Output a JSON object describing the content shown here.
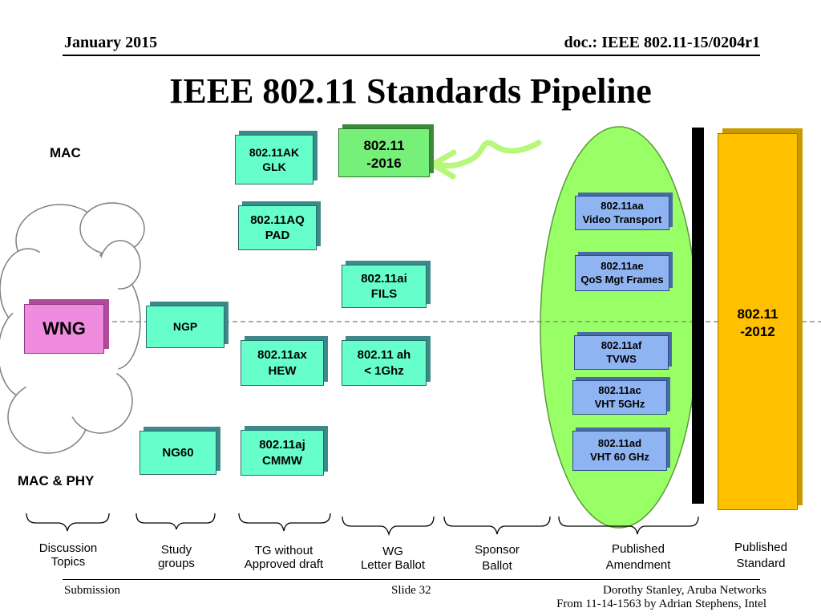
{
  "header": {
    "date": "January 2015",
    "doc": "doc.: IEEE 802.11-15/0204r1"
  },
  "title": "IEEE 802.11 Standards Pipeline",
  "side_labels": {
    "mac": "MAC",
    "mac_phy": "MAC & PHY"
  },
  "discussion": {
    "label": "WNG"
  },
  "study_groups": {
    "ngp": "NGP",
    "ng60": "NG60"
  },
  "tg_without_draft": {
    "ak": [
      "802.11AK",
      "GLK"
    ],
    "aq": [
      "802.11AQ",
      "PAD"
    ],
    "ax": [
      "802.11ax",
      "HEW"
    ],
    "aj": [
      "802.11aj",
      "CMMW"
    ]
  },
  "wg_letter_ballot": {
    "rev2016": [
      "802.11",
      "-2016"
    ],
    "ai": [
      "802.11ai",
      "FILS"
    ],
    "ah": [
      "802.11 ah",
      "< 1Ghz"
    ]
  },
  "published_amendments": {
    "aa": [
      "802.11aa",
      "Video Transport"
    ],
    "ae": [
      "802.11ae",
      "QoS Mgt Frames"
    ],
    "af": [
      "802.11af",
      "TVWS"
    ],
    "ac": [
      "802.11ac",
      "VHT 5GHz"
    ],
    "ad": [
      "802.11ad",
      "VHT 60 GHz"
    ]
  },
  "published_standard": [
    "802.11",
    "-2012"
  ],
  "stages": [
    [
      "Discussion",
      "Topics"
    ],
    [
      "Study",
      "groups"
    ],
    [
      "TG without",
      "Approved draft"
    ],
    [
      "WG",
      "Letter Ballot"
    ],
    [
      "Sponsor",
      "Ballot"
    ],
    [
      "Published",
      "Amendment"
    ],
    [
      "Published",
      "Standard"
    ]
  ],
  "footer": {
    "left": "Submission",
    "center": "Slide 32",
    "right1": "Dorothy Stanley, Aruba Networks",
    "right2": "From 11-14-1563 by Adrian Stephens, Intel"
  },
  "colors": {
    "teal_box": "#66ffcc",
    "blue_box": "#8fb4f2",
    "green_box": "#77f07a",
    "pink_box": "#f08ce0",
    "standard_bar": "#ffc000",
    "ellipse": "#99ff66",
    "arrow": "#b7f77a"
  }
}
